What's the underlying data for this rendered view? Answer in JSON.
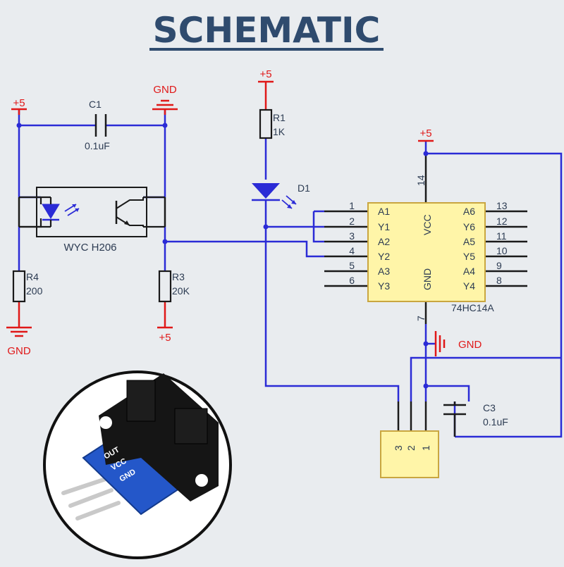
{
  "title": "SCHEMATIC",
  "power_labels": {
    "vcc": "+5",
    "gnd": "GND"
  },
  "components": {
    "c1": {
      "ref": "C1",
      "value": "0.1uF"
    },
    "r1": {
      "ref": "R1",
      "value": "1K"
    },
    "d1": {
      "ref": "D1"
    },
    "optocoupler": {
      "ref": "WYC H206"
    },
    "r4": {
      "ref": "R4",
      "value": "200"
    },
    "r3": {
      "ref": "R3",
      "value": "20K"
    },
    "ic": {
      "ref": "74HC14A",
      "vcc_label": "VCC",
      "gnd_label": "GND",
      "vcc_pin": "14",
      "gnd_pin": "7",
      "left_pins": [
        {
          "num": "1",
          "name": "A1"
        },
        {
          "num": "2",
          "name": "Y1"
        },
        {
          "num": "3",
          "name": "A2"
        },
        {
          "num": "4",
          "name": "Y2"
        },
        {
          "num": "5",
          "name": "A3"
        },
        {
          "num": "6",
          "name": "Y3"
        }
      ],
      "right_pins": [
        {
          "num": "13",
          "name": "A6"
        },
        {
          "num": "12",
          "name": "Y6"
        },
        {
          "num": "11",
          "name": "A5"
        },
        {
          "num": "10",
          "name": "Y5"
        },
        {
          "num": "9",
          "name": "A4"
        },
        {
          "num": "8",
          "name": "Y4"
        }
      ]
    },
    "c3": {
      "ref": "C3",
      "value": "0.1uF"
    },
    "connector": {
      "pins": [
        "3",
        "2",
        "1"
      ]
    }
  },
  "module_photo": {
    "silkscreen": [
      "OUT",
      "VCC",
      "GND"
    ]
  },
  "colors": {
    "wire": "#2b2bd6",
    "power": "#e01818",
    "component": "#1a1a1a",
    "text": "#2c3b52",
    "title": "#2f4b6e",
    "ic_fill": "#fff5a8",
    "ic_stroke": "#c9a640",
    "junction": "#2b2bd6",
    "led": "#2b2bd6"
  }
}
